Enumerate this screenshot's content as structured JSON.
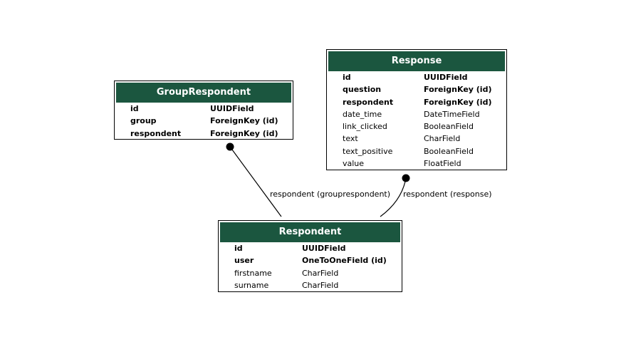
{
  "models": {
    "group_respondent": {
      "name": "GroupRespondent",
      "fields": [
        {
          "name": "id",
          "type": "UUIDField",
          "bold": true
        },
        {
          "name": "group",
          "type": "ForeignKey (id)",
          "bold": true
        },
        {
          "name": "respondent",
          "type": "ForeignKey (id)",
          "bold": true
        }
      ]
    },
    "response": {
      "name": "Response",
      "fields": [
        {
          "name": "id",
          "type": "UUIDField",
          "bold": true
        },
        {
          "name": "question",
          "type": "ForeignKey (id)",
          "bold": true
        },
        {
          "name": "respondent",
          "type": "ForeignKey (id)",
          "bold": true
        },
        {
          "name": "date_time",
          "type": "DateTimeField",
          "bold": false
        },
        {
          "name": "link_clicked",
          "type": "BooleanField",
          "bold": false
        },
        {
          "name": "text",
          "type": "CharField",
          "bold": false
        },
        {
          "name": "text_positive",
          "type": "BooleanField",
          "bold": false
        },
        {
          "name": "value",
          "type": "FloatField",
          "bold": false
        }
      ]
    },
    "respondent": {
      "name": "Respondent",
      "fields": [
        {
          "name": "id",
          "type": "UUIDField",
          "bold": true
        },
        {
          "name": "user",
          "type": "OneToOneField (id)",
          "bold": true
        },
        {
          "name": "firstname",
          "type": "CharField",
          "bold": false
        },
        {
          "name": "surname",
          "type": "CharField",
          "bold": false
        }
      ]
    }
  },
  "relations": [
    {
      "label": "respondent (grouprespondent)",
      "from": "group_respondent",
      "to": "respondent"
    },
    {
      "label": "respondent (response)",
      "from": "response",
      "to": "respondent"
    }
  ],
  "colors": {
    "header_bg": "#1b563f",
    "header_text": "#ffffff",
    "line": "#000000"
  }
}
